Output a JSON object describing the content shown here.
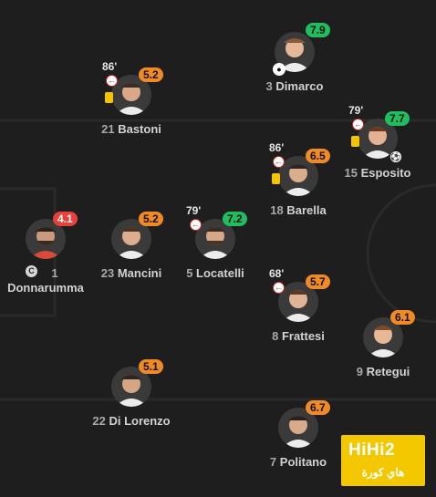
{
  "colors": {
    "background": "#1e1e1e",
    "rating_orange": "#f08a24",
    "rating_green": "#1fbe5f",
    "rating_red": "#e8413c",
    "yellow_card": "#f5c400",
    "sub_out": "#c62828"
  },
  "players": [
    {
      "id": "dimarco",
      "number": "3",
      "name": "Dimarco",
      "rating": "7.9",
      "rating_color": "green",
      "icons": [
        "boot-icon"
      ]
    },
    {
      "id": "bastoni",
      "number": "21",
      "name": "Bastoni",
      "rating": "5.2",
      "rating_color": "orange",
      "sub_minute": "86'",
      "yellow_card": true
    },
    {
      "id": "esposito",
      "number": "15",
      "name": "Esposito",
      "rating": "7.7",
      "rating_color": "green",
      "sub_minute": "79'",
      "yellow_card": true,
      "goal": true
    },
    {
      "id": "barella",
      "number": "18",
      "name": "Barella",
      "rating": "6.5",
      "rating_color": "orange",
      "sub_minute": "86'",
      "yellow_card": true
    },
    {
      "id": "donnarumma",
      "number": "1",
      "name": "Donnarumma",
      "rating": "4.1",
      "rating_color": "red",
      "captain": "C"
    },
    {
      "id": "mancini",
      "number": "23",
      "name": "Mancini",
      "rating": "5.2",
      "rating_color": "orange"
    },
    {
      "id": "locatelli",
      "number": "5",
      "name": "Locatelli",
      "rating": "7.2",
      "rating_color": "green",
      "sub_minute": "79'"
    },
    {
      "id": "frattesi",
      "number": "8",
      "name": "Frattesi",
      "rating": "5.7",
      "rating_color": "orange",
      "sub_minute": "68'"
    },
    {
      "id": "retegui",
      "number": "9",
      "name": "Retegui",
      "rating": "6.1",
      "rating_color": "orange"
    },
    {
      "id": "dilorenzo",
      "number": "22",
      "name": "Di Lorenzo",
      "rating": "5.1",
      "rating_color": "orange"
    },
    {
      "id": "politano",
      "number": "7",
      "name": "Politano",
      "rating": "6.7",
      "rating_color": "orange"
    }
  ],
  "watermark": {
    "brand": "HiHi2",
    "subtitle": "هاي كورة"
  }
}
